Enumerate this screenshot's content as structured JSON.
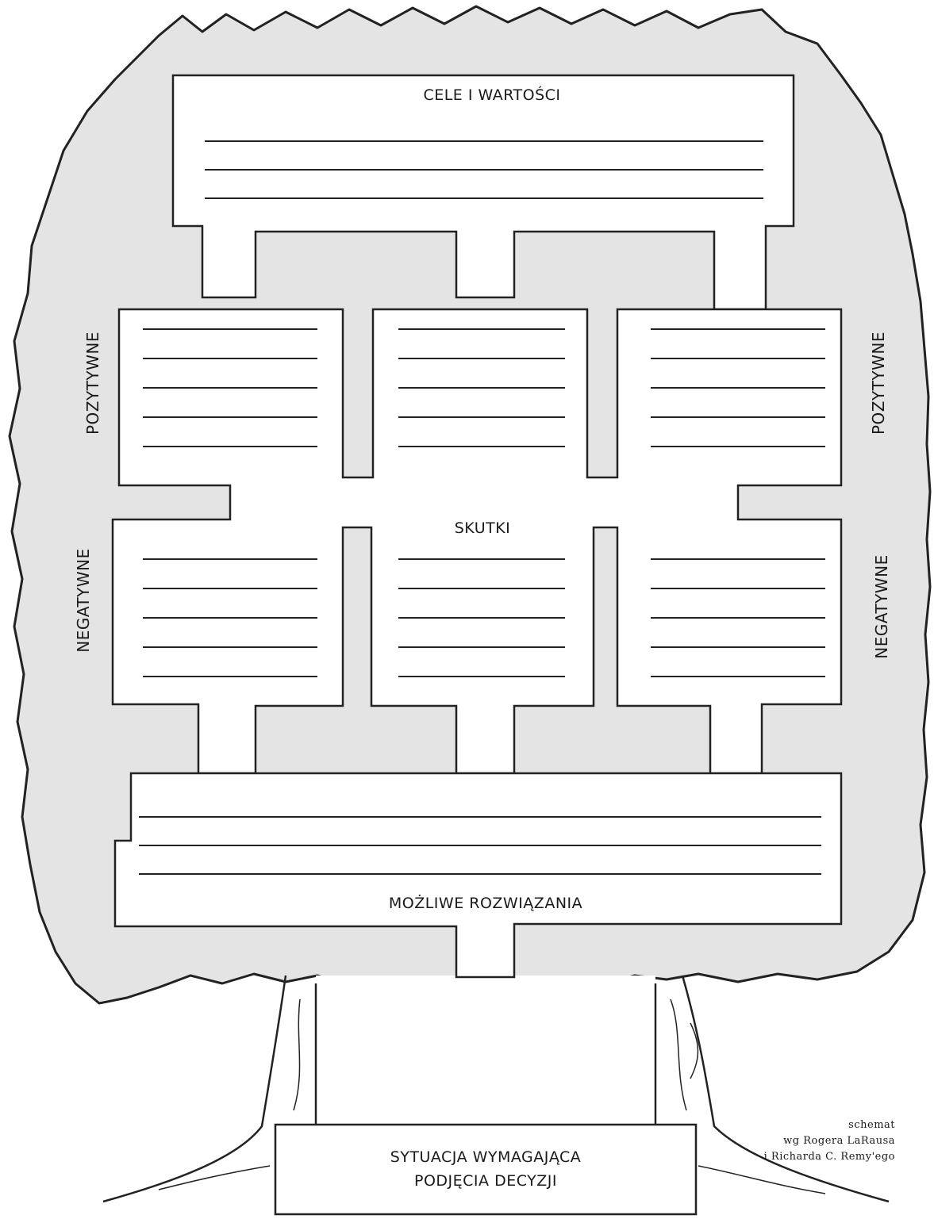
{
  "colors": {
    "crown_fill": "#e4e4e4",
    "outline": "#222222",
    "box_fill": "#ffffff"
  },
  "labels": {
    "goals": "CELE I WARTOŚCI",
    "consequences": "SKUTKI",
    "positive_left": "POZYTYWNE",
    "positive_right": "POZYTYWNE",
    "negative_left": "NEGATYWNE",
    "negative_right": "NEGATYWNE",
    "solutions": "MOŻLIWE ROZWIĄZANIA",
    "situation_line1": "SYTUACJA WYMAGAJĄCA",
    "situation_line2": "PODJĘCIA DECYZJI"
  },
  "credit": {
    "line1": "schemat",
    "line2": "wg Rogera LaRausa",
    "line3": "i Richarda C. Remy'ego"
  },
  "writing_lines": {
    "goals": 3,
    "consequence_boxes": 5,
    "solutions": 3
  }
}
